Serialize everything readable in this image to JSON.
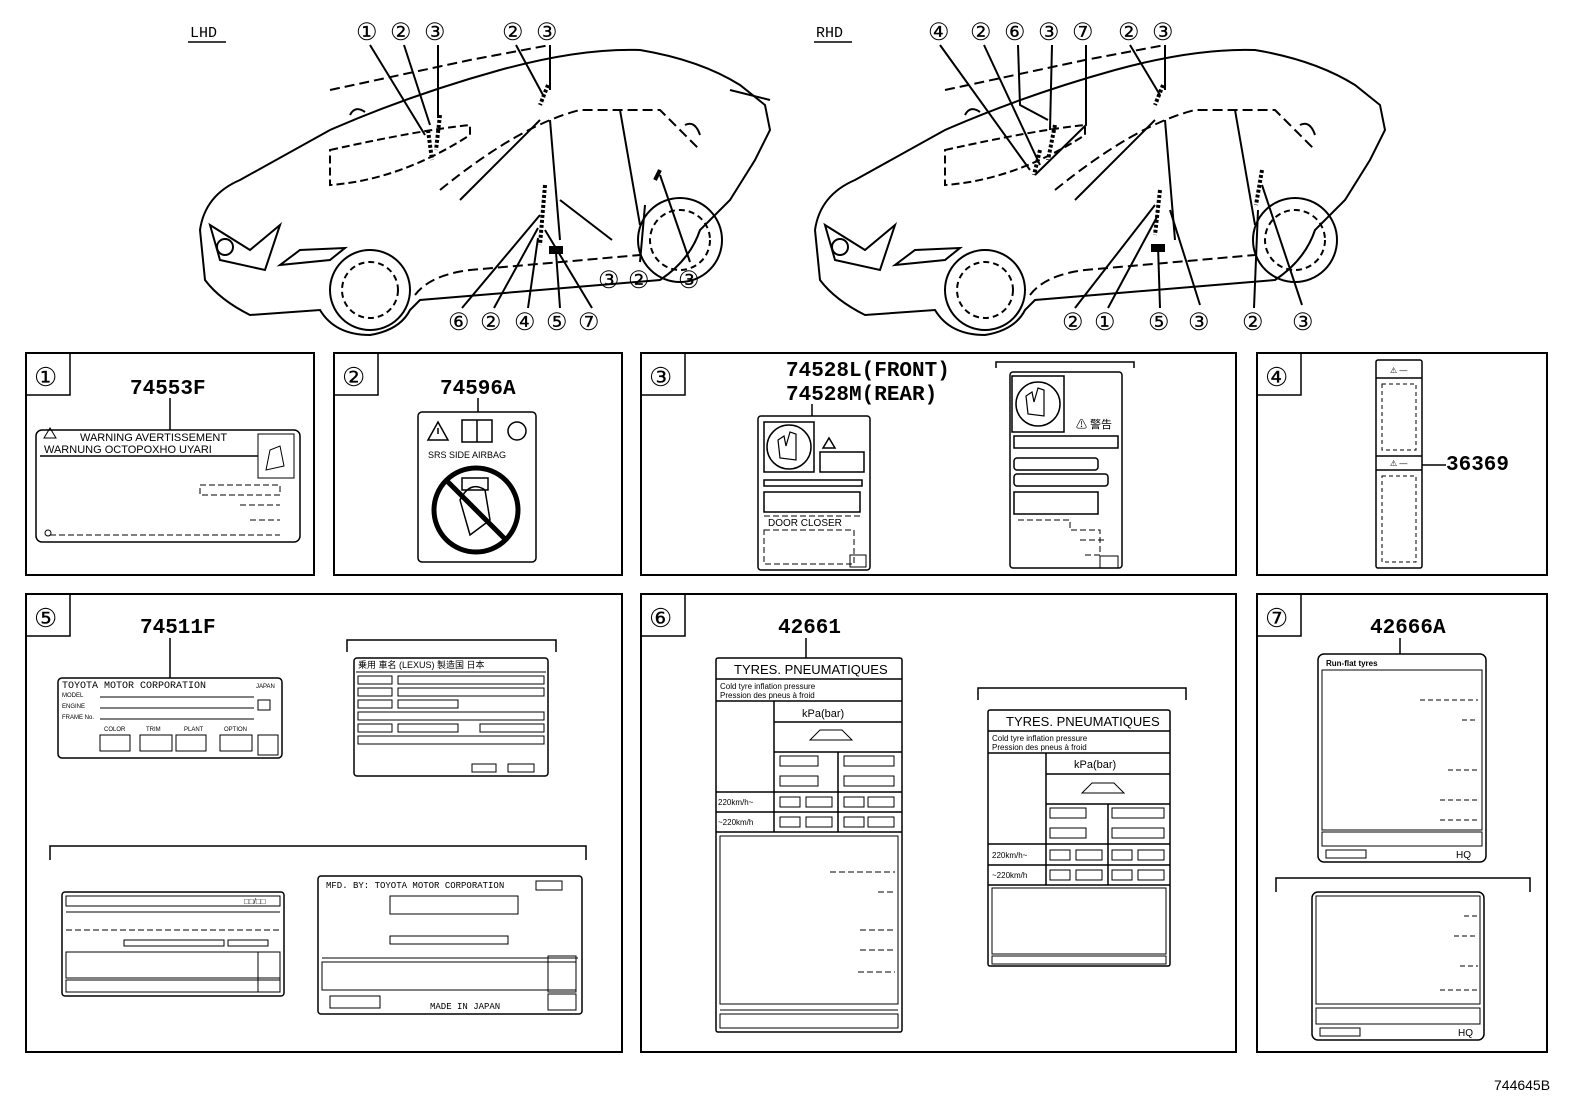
{
  "header": {
    "lhd": "LHD",
    "rhd": "RHD"
  },
  "callouts": {
    "lhd_top": [
      "①",
      "②",
      "③",
      "②",
      "③"
    ],
    "lhd_right": [
      "③",
      "③"
    ],
    "lhd_bottom": [
      "⑥",
      "②",
      "④",
      "⑤",
      "⑦",
      "②"
    ],
    "rhd_top": [
      "④",
      "②",
      "⑥",
      "③",
      "⑦",
      "②",
      "③"
    ],
    "rhd_right": [
      "③",
      "③"
    ],
    "rhd_bottom": [
      "②",
      "①",
      "⑤",
      "②"
    ]
  },
  "panels": [
    {
      "num": "①",
      "parts": [
        "74553F"
      ]
    },
    {
      "num": "②",
      "parts": [
        "74596A"
      ]
    },
    {
      "num": "③",
      "parts": [
        "74528L(FRONT)",
        "74528M(REAR)"
      ]
    },
    {
      "num": "④",
      "parts": [
        "36369"
      ]
    },
    {
      "num": "⑤",
      "parts": [
        "74511F"
      ]
    },
    {
      "num": "⑥",
      "parts": [
        "42661"
      ]
    },
    {
      "num": "⑦",
      "parts": [
        "42666A"
      ]
    }
  ],
  "labels": {
    "warning_line1": "WARNING AVERTISSEMENT",
    "warning_prefix": "⚠ 警告",
    "warning_line2": "WARNUNG OCTOPOXHO UYARI",
    "srs": "SRS  SIDE  AIRBAG",
    "door_closer": "DOOR CLOSER",
    "warn_jp": "⚠ 警告",
    "toyota": "TOYOTA MOTOR CORPORATION",
    "japan_small": "JAPAN",
    "model": "MODEL",
    "engine": "ENGINE",
    "frame": "FRAME No.",
    "color": "COLOR",
    "trim": "TRIM",
    "plant": "PLANT",
    "option": "OPTION",
    "lexus_header": "乗用 車名 (LEXUS) 製造国 日本",
    "mfd": "MFD. BY: TOYOTA MOTOR CORPORATION",
    "made_in_japan": "MADE  IN  JAPAN",
    "tyres": "TYRES.  PNEUMATIQUES",
    "cold1": "Cold tyre inflation pressure",
    "cold2": "Pression des pneus à froid",
    "kpa": "kPa(bar)",
    "speed_hi": "220km/h~",
    "speed_lo": "~220km/h",
    "runflat": "Run-flat tyres",
    "hq": "HQ"
  },
  "figure_id": "744645B"
}
